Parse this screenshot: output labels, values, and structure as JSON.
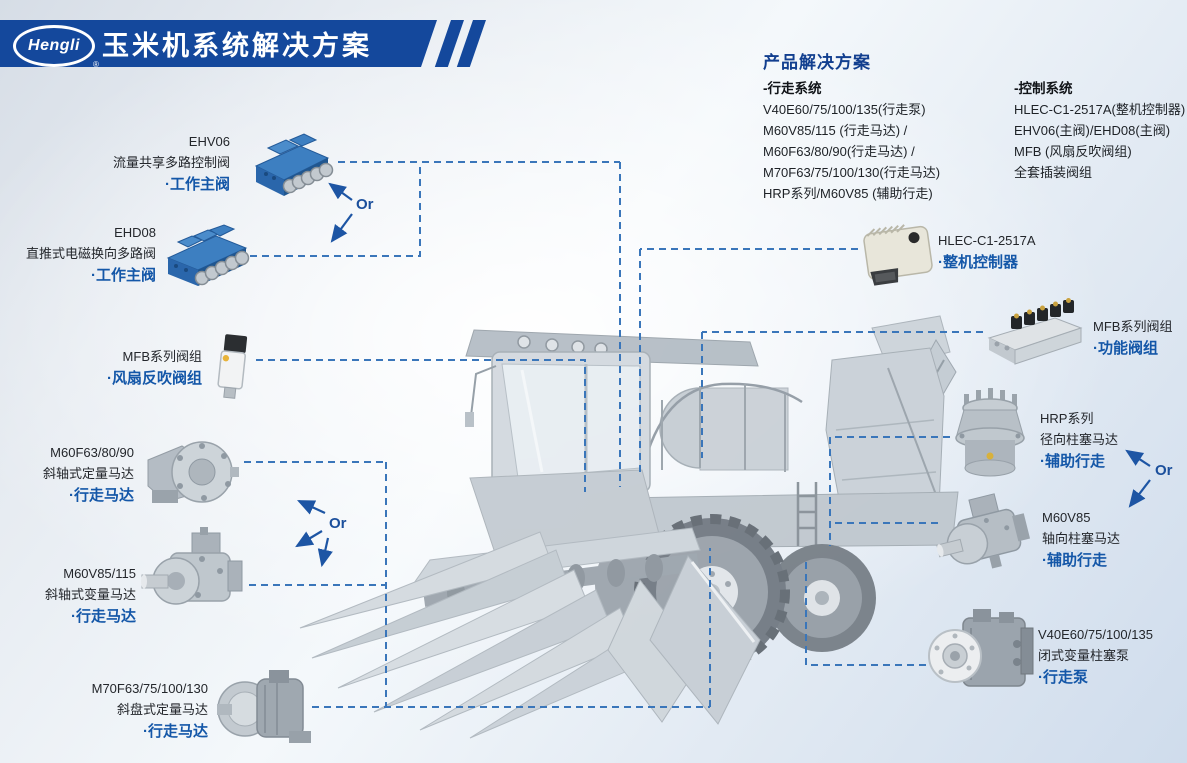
{
  "header": {
    "logo": "Hengli",
    "logo_reg": "®",
    "title": "玉米机系统解决方案"
  },
  "solutions": {
    "title": "产品解决方案",
    "columns": [
      {
        "heading": "-行走系统",
        "items": [
          "V40E60/75/100/135(行走泵)",
          "M60V85/115 (行走马达) /",
          "M60F63/80/90(行走马达) /",
          "M70F63/75/100/130(行走马达)",
          "HRP系列/M60V85 (辅助行走)"
        ]
      },
      {
        "heading": "-控制系统",
        "items": [
          "HLEC-C1-2517A(整机控制器)",
          "EHV06(主阀)/EHD08(主阀)",
          "MFB (风扇反吹阀组)",
          "全套插装阀组"
        ]
      }
    ]
  },
  "components": {
    "ehv06": {
      "model": "EHV06",
      "desc": "流量共享多路控制阀",
      "tag": "·工作主阀"
    },
    "ehd08": {
      "model": "EHD08",
      "desc": "直推式电磁换向多路阀",
      "tag": "·工作主阀"
    },
    "mfb_left": {
      "model": "MFB系列阀组",
      "tag": "·风扇反吹阀组"
    },
    "m60f": {
      "model": "M60F63/80/90",
      "desc": "斜轴式定量马达",
      "tag": "·行走马达"
    },
    "m60v115": {
      "model": "M60V85/115",
      "desc": "斜轴式变量马达",
      "tag": "·行走马达"
    },
    "m70f": {
      "model": "M70F63/75/100/130",
      "desc": "斜盘式定量马达",
      "tag": "·行走马达"
    },
    "hlec": {
      "model": "HLEC-C1-2517A",
      "tag": "·整机控制器"
    },
    "mfb_right": {
      "model": "MFB系列阀组",
      "tag": "·功能阀组"
    },
    "hrp": {
      "model": "HRP系列",
      "desc": "径向柱塞马达",
      "tag": "·辅助行走"
    },
    "m60v85": {
      "model": "M60V85",
      "desc": "轴向柱塞马达",
      "tag": "·辅助行走"
    },
    "v40e": {
      "model": "V40E60/75/100/135",
      "desc": "闭式变量柱塞泵",
      "tag": "·行走泵"
    }
  },
  "or_label": "Or",
  "colors": {
    "header_bar": "#14489c",
    "heading_text": "#123f8f",
    "label_accent": "#1457a8",
    "connector_blue": "#3a76ba",
    "or_arrow_blue": "#1d55a4"
  }
}
